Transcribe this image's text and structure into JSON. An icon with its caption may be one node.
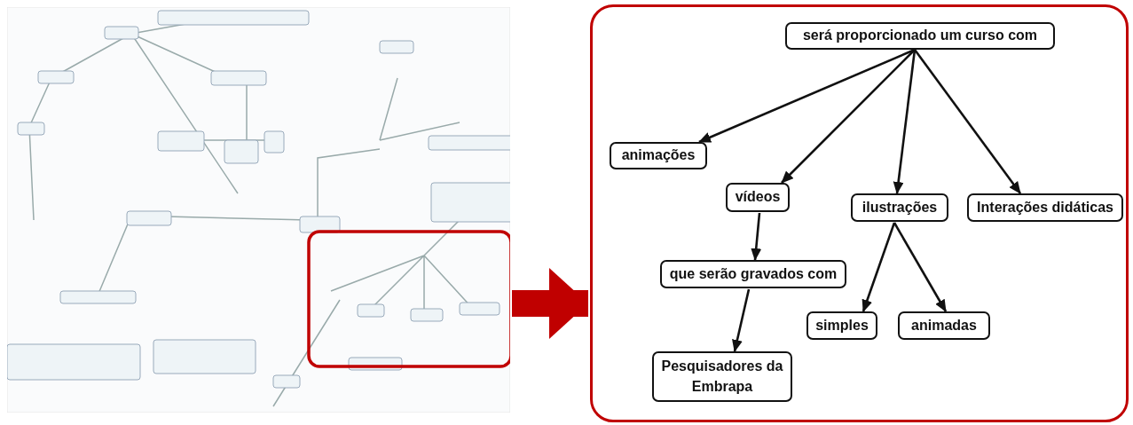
{
  "diagram": {
    "nodes": [
      {
        "text": [],
        "shape": "picture"
      },
      {
        "text": [],
        "shape": "box"
      },
      {
        "text": [
          "será proporcionado um curso com"
        ],
        "in": 1
      },
      {
        "text": [
          "animações"
        ],
        "in": 1
      },
      {
        "text": [
          "vídeos"
        ],
        "in": 1
      },
      {
        "text": [
          "ilustrações"
        ],
        "in": 1
      },
      {
        "text": [
          "Interações didáticas"
        ],
        "in": 1
      },
      {
        "text": [
          "que serão gravados com"
        ],
        "in": 1
      },
      {
        "text": [
          "Pesquisadores da Embrapa"
        ],
        "in": 1
      },
      {
        "text": [
          "simples"
        ],
        "in": 1
      },
      {
        "text": [
          "animadas"
        ],
        "in": 1
      }
    ],
    "edges": [
      {
        "from": 0,
        "to": 1,
        "arrow": "to",
        "style": "thick",
        "color": "#c00000"
      },
      {
        "from": 2,
        "to": 3,
        "arrow": "to"
      },
      {
        "from": 2,
        "to": 4,
        "arrow": "to"
      },
      {
        "from": 2,
        "to": 5,
        "arrow": "to"
      },
      {
        "from": 2,
        "to": 6,
        "arrow": "to"
      },
      {
        "from": 4,
        "to": 7,
        "arrow": "to"
      },
      {
        "from": 7,
        "to": 8,
        "arrow": "to"
      },
      {
        "from": 5,
        "to": 9,
        "arrow": "to"
      },
      {
        "from": 5,
        "to": 10,
        "arrow": "to"
      }
    ]
  }
}
